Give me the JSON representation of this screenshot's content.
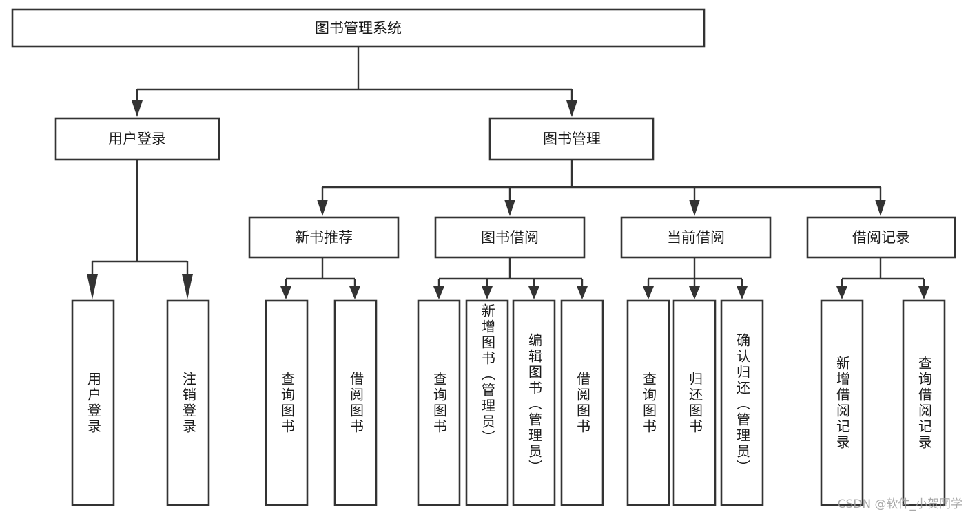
{
  "diagram": {
    "type": "tree",
    "title": "图书管理系统",
    "watermark": "CSDN @软件_小贺同学",
    "colors": {
      "box_stroke": "#333333",
      "box_fill": "#ffffff",
      "text": "#1a1a1a",
      "connector": "#333333",
      "watermark": "#9a9a9a",
      "background": "#ffffff"
    },
    "root": {
      "label": "图书管理系统"
    },
    "level2": [
      {
        "label": "用户登录"
      },
      {
        "label": "图书管理"
      }
    ],
    "level3": [
      {
        "label": "新书推荐"
      },
      {
        "label": "图书借阅"
      },
      {
        "label": "当前借阅"
      },
      {
        "label": "借阅记录"
      }
    ],
    "leaves": {
      "user_login": [
        {
          "label": "用户登录"
        },
        {
          "label": "注销登录"
        }
      ],
      "new_book_recommend": [
        {
          "label": "查询图书"
        },
        {
          "label": "借阅图书"
        }
      ],
      "book_borrow": [
        {
          "label": "查询图书"
        },
        {
          "label": "新增图书（管理员）"
        },
        {
          "label": "编辑图书（管理员）"
        },
        {
          "label": "借阅图书"
        }
      ],
      "current_borrow": [
        {
          "label": "查询图书"
        },
        {
          "label": "归还图书"
        },
        {
          "label": "确认归还（管理员）"
        }
      ],
      "borrow_record": [
        {
          "label": "新增借阅记录"
        },
        {
          "label": "查询借阅记录"
        }
      ]
    }
  }
}
